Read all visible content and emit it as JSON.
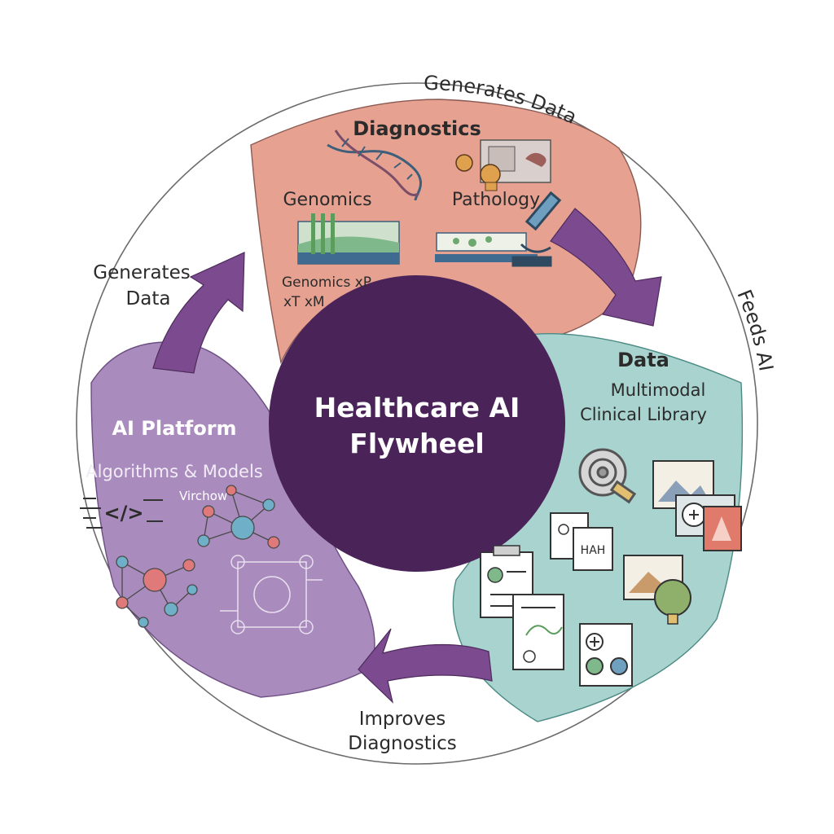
{
  "hub": {
    "line1": "Healthcare AI",
    "line2": "Flywheel"
  },
  "colors": {
    "hub": "#4a2358",
    "diagnostics": "#e6a191",
    "data": "#a9d3cf",
    "ai_platform": "#a98bbd",
    "arrow": "#7b4a8f",
    "ring": "#555555"
  },
  "diagnostics": {
    "title": "Diagnostics",
    "genomics": "Genomics",
    "pathology": "Pathology",
    "tags_line1": "Genomics   xP",
    "tags_line2": "xT   xM"
  },
  "data_segment": {
    "title": "Data",
    "subtitle_line1": "Multimodal",
    "subtitle_line2": "Clinical Library",
    "doc_text": "HAH"
  },
  "ai_platform": {
    "title": "AI Platform",
    "subtitle": "Algorithms & Models",
    "model": "Virchow",
    "code_glyph": "</>"
  },
  "flow_labels": {
    "top": "Generates Data",
    "right": "Feeds AI",
    "left_line1": "Generates",
    "left_line2": "Data",
    "bottom_line1": "Improves",
    "bottom_line2": "Diagnostics"
  },
  "icons": [
    "dna-icon",
    "pathology-icon",
    "microscope-icon",
    "gel-icon",
    "slide-icon",
    "scan-icon",
    "image-icon",
    "medical-image-icon",
    "document-icon",
    "neural-network-icon",
    "code-icon"
  ]
}
